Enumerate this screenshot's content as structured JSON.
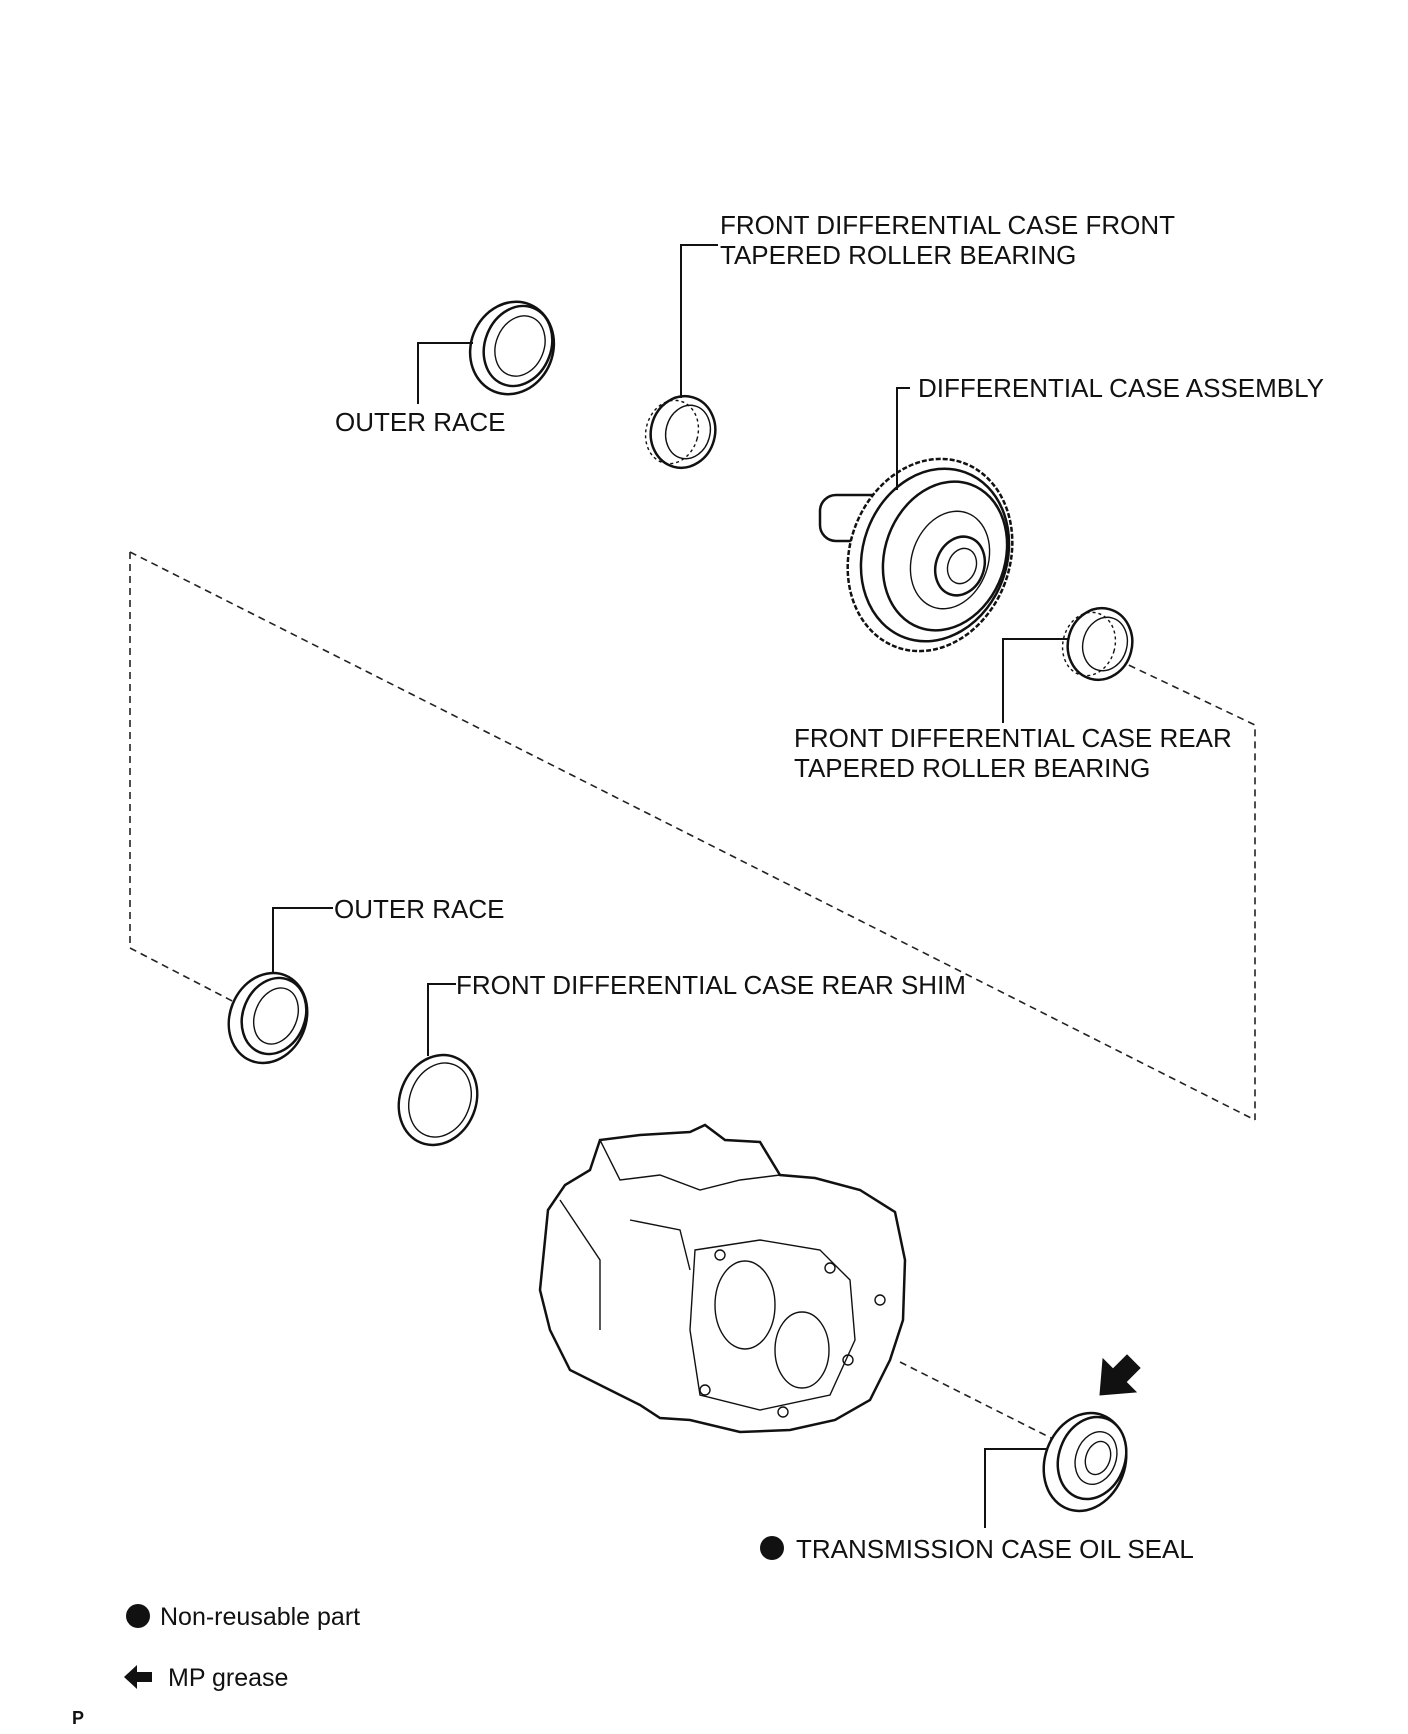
{
  "labels": {
    "front_bearing_line1": "FRONT DIFFERENTIAL CASE FRONT",
    "front_bearing_line2": "TAPERED ROLLER BEARING",
    "outer_race_top": "OUTER RACE",
    "diff_case_assembly": "DIFFERENTIAL CASE ASSEMBLY",
    "rear_bearing_line1": "FRONT DIFFERENTIAL CASE REAR",
    "rear_bearing_line2": "TAPERED ROLLER BEARING",
    "outer_race_bottom": "OUTER RACE",
    "rear_shim": "FRONT DIFFERENTIAL CASE REAR SHIM",
    "oil_seal": "TRANSMISSION CASE OIL SEAL"
  },
  "legend": {
    "non_reusable": "Non-reusable part",
    "mp_grease": "MP grease"
  },
  "corner_mark": "P"
}
